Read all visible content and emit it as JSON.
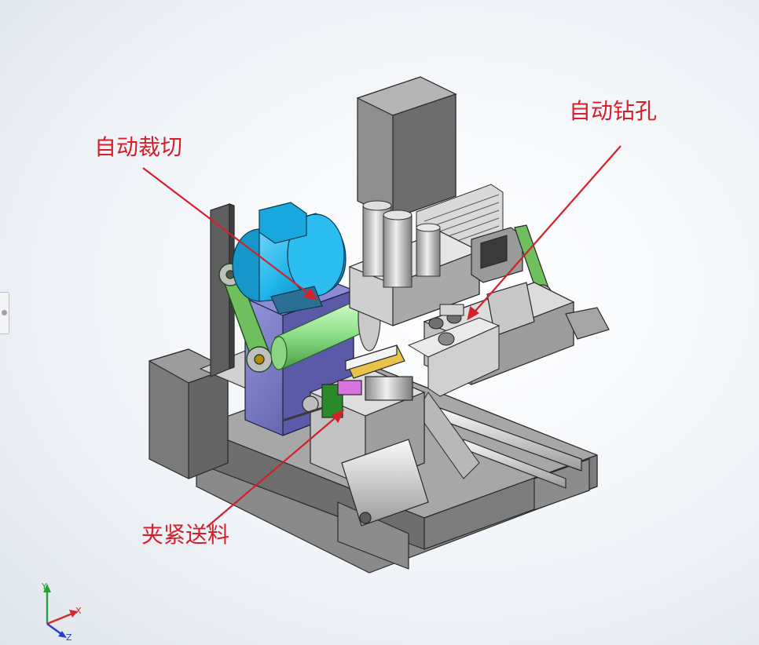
{
  "labels": {
    "auto_cut": "自动裁切",
    "auto_drill": "自动钻孔",
    "clamp_feed": "夹紧送料"
  },
  "triad": {
    "x": "X",
    "y": "Y",
    "z": "Z"
  },
  "colors": {
    "callout": "#d4202a",
    "motor": "#1fb4e8",
    "frame": "#808080",
    "housing": "#6f6fb8",
    "belt": "#6fbf5f",
    "shaft": "#8fe08a",
    "cylinder": "#bfbfbf"
  }
}
